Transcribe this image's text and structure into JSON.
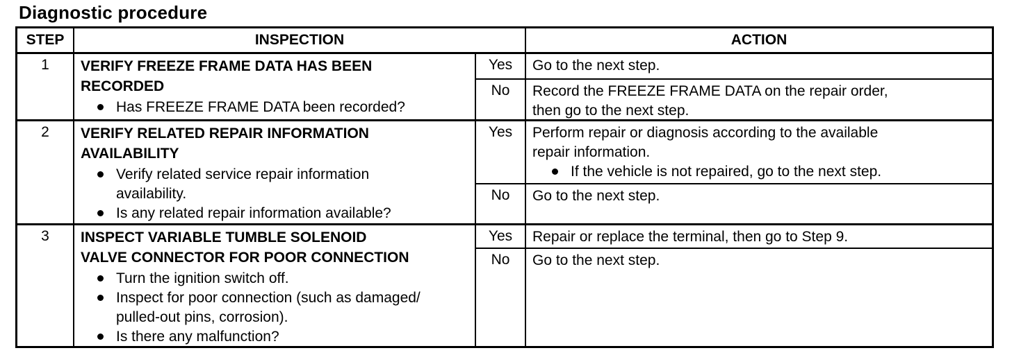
{
  "title": "Diagnostic procedure",
  "table": {
    "headers": {
      "step": "STEP",
      "inspection": "INSPECTION",
      "action": "ACTION"
    },
    "rows": [
      {
        "step": "1",
        "heading": "VERIFY FREEZE FRAME DATA HAS BEEN\nRECORDED",
        "bullets": [
          "Has FREEZE FRAME DATA been recorded?"
        ],
        "branches": [
          {
            "answer": "Yes",
            "action": "Go to the next step."
          },
          {
            "answer": "No",
            "action": "Record the FREEZE FRAME DATA on the repair order,\nthen go to the next step."
          }
        ]
      },
      {
        "step": "2",
        "heading": "VERIFY RELATED REPAIR INFORMATION\nAVAILABILITY",
        "bullets": [
          "Verify related service repair information\navailability.",
          "Is any related repair information available?"
        ],
        "branches": [
          {
            "answer": "Yes",
            "action": "Perform repair or diagnosis according to the available\nrepair information.",
            "action_bullet": "If the vehicle is not repaired, go to the next step."
          },
          {
            "answer": "No",
            "action": "Go to the next step."
          }
        ]
      },
      {
        "step": "3",
        "heading": "INSPECT VARIABLE TUMBLE SOLENOID\nVALVE CONNECTOR FOR POOR CONNECTION",
        "bullets": [
          "Turn the ignition switch off.",
          "Inspect for poor connection (such as damaged/\npulled-out pins, corrosion).",
          "Is there any malfunction?"
        ],
        "branches": [
          {
            "answer": "Yes",
            "action": "Repair or replace the terminal, then go to Step 9."
          },
          {
            "answer": "No",
            "action": "Go to the next step."
          }
        ]
      }
    ]
  }
}
